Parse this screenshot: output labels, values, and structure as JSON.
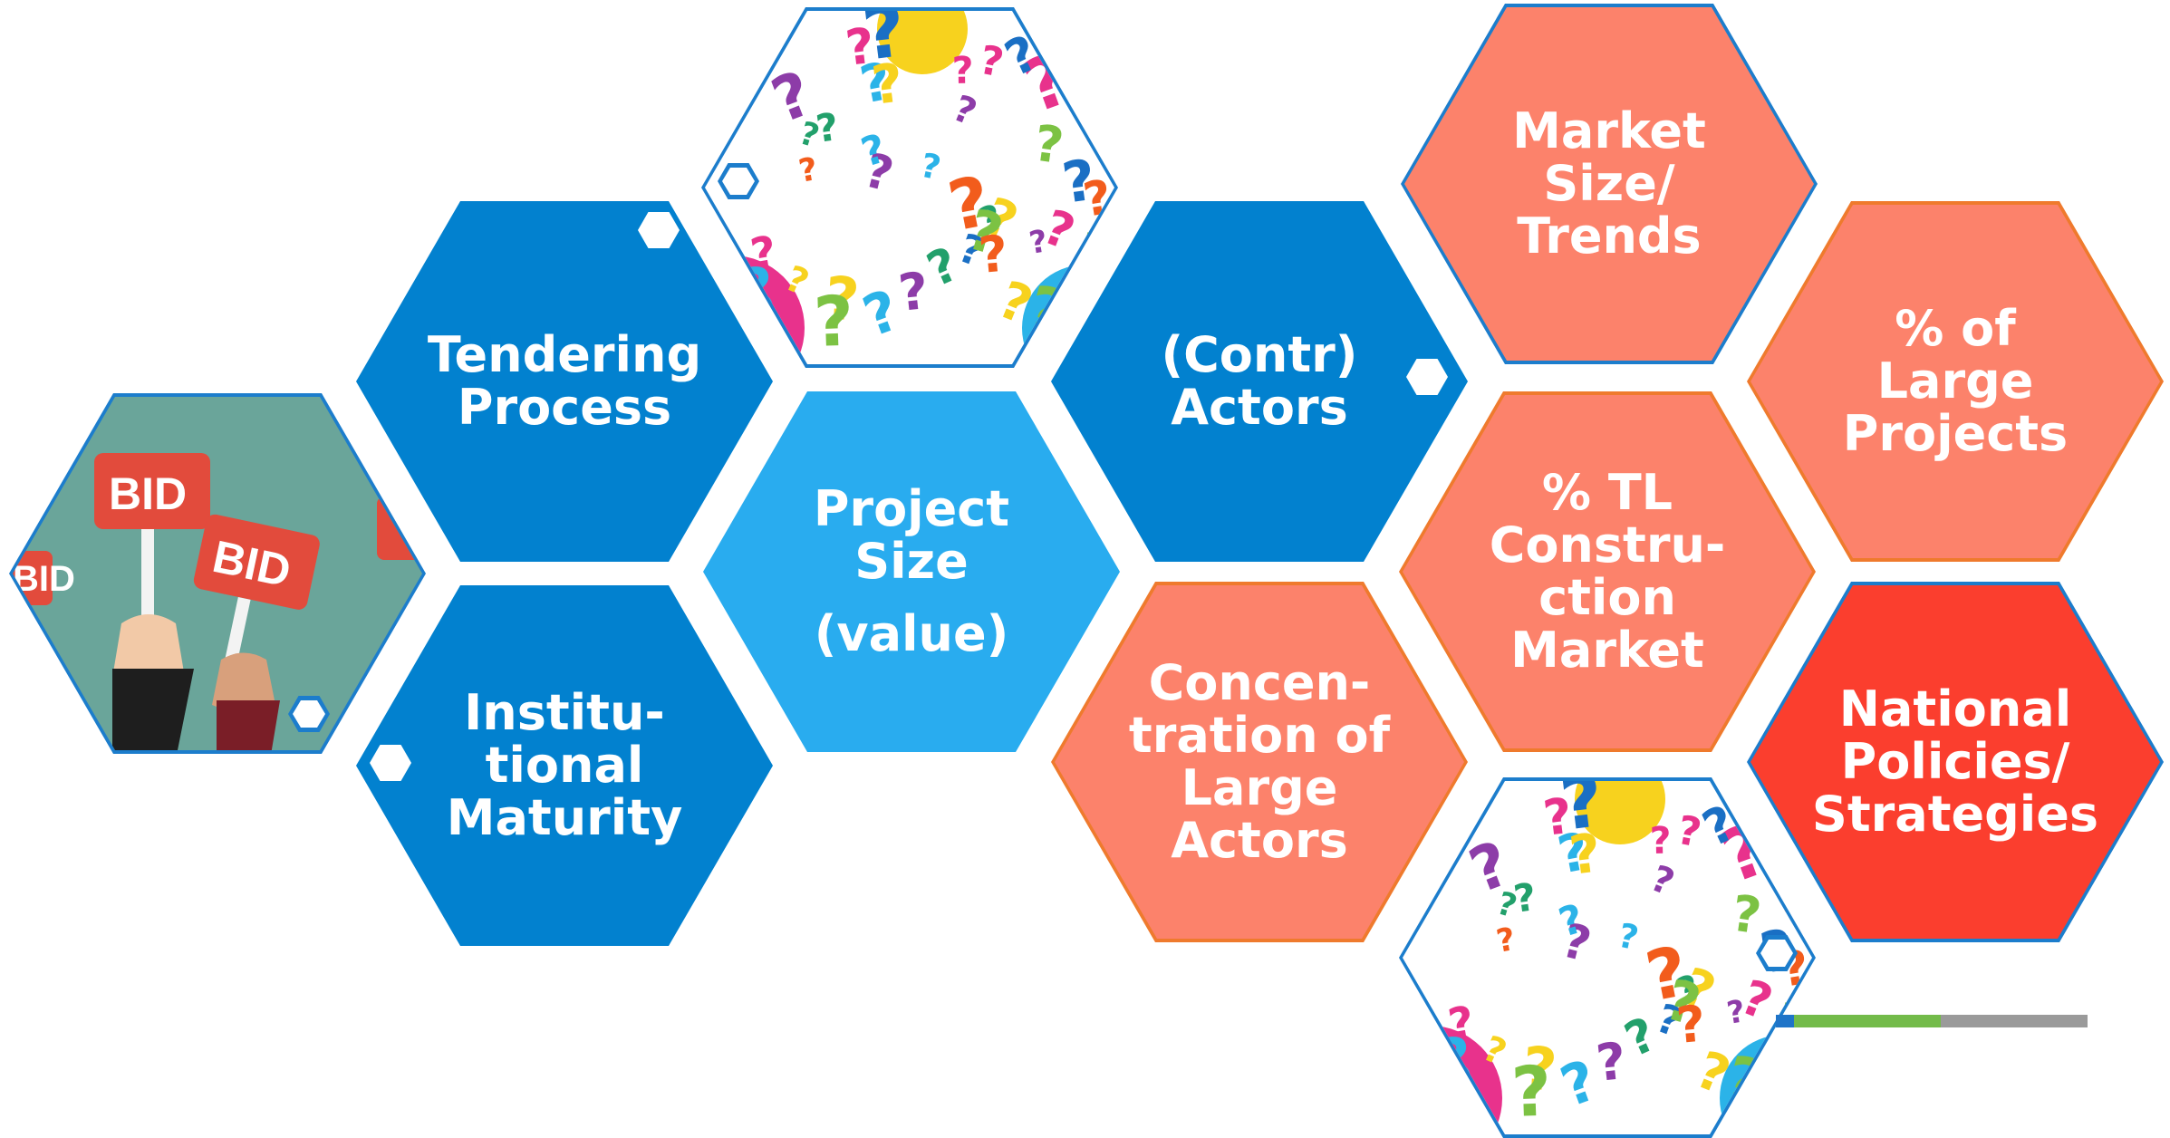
{
  "colors": {
    "dark_blue": "#0281cf",
    "light_blue": "#29acef",
    "salmon": "#fc826b",
    "red": "#fb3e2e",
    "orange_border": "#ef7a2d",
    "blue_border": "#1c7dcc",
    "bid_background": "#6aa59a",
    "line_blue": "#1f74c8",
    "line_green": "#73bb4a",
    "line_gray": "#9a9a9a"
  },
  "hexagons": {
    "tendering_process": {
      "lines": [
        "Tendering",
        "Process"
      ]
    },
    "institutional_maturity": {
      "lines": [
        "Institu-",
        "tional",
        "Maturity"
      ]
    },
    "project_size": {
      "lines": [
        "Project",
        "Size"
      ],
      "lines2": [
        "(value)"
      ]
    },
    "contractors": {
      "lines": [
        "(Contr)",
        "Actors"
      ]
    },
    "market_size_trends": {
      "lines": [
        "Market",
        "Size/",
        "Trends"
      ]
    },
    "pct_large_projects": {
      "lines": [
        "% of",
        "Large",
        "Projects"
      ]
    },
    "pct_tl_construction_market": {
      "lines": [
        "% TL",
        "Constru-",
        "ction",
        "Market"
      ]
    },
    "concentration_large_actors": {
      "lines": [
        "Concen-",
        "tration of",
        "Large",
        "Actors"
      ]
    },
    "national_policies_strategies": {
      "lines": [
        "National",
        "Policies/",
        "Strategies"
      ]
    }
  },
  "images": {
    "bid_image": {
      "sign_text": "BID",
      "icon": "bid-paddles-illustration"
    },
    "question_marks_top": {
      "glyph": "?",
      "icon": "question-marks-illustration"
    },
    "question_marks_bottom": {
      "glyph": "?",
      "icon": "question-marks-illustration"
    }
  }
}
